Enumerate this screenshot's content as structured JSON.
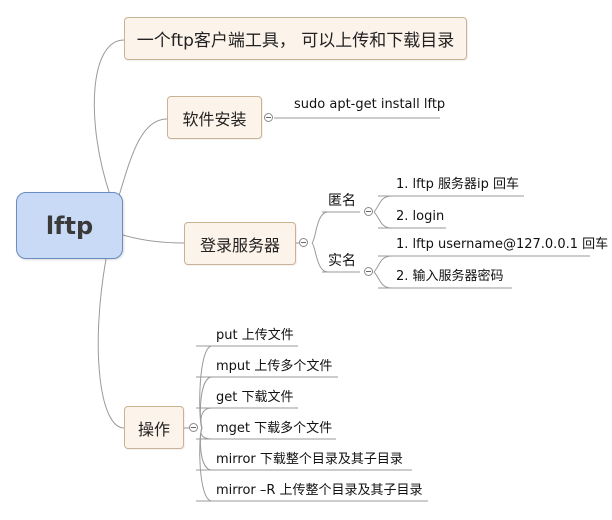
{
  "mindmap": {
    "central": {
      "label": "lftp"
    },
    "topics": [
      {
        "label": "一个ftp客户端工具， 可以上传和下载目录"
      },
      {
        "label": "软件安装",
        "children": [
          {
            "label": "sudo apt-get install lftp"
          }
        ]
      },
      {
        "label": "登录服务器",
        "groups": [
          {
            "label": "匿名",
            "children": [
              {
                "label": "1. lftp 服务器ip  回车"
              },
              {
                "label": "2. login"
              }
            ]
          },
          {
            "label": "实名",
            "children": [
              {
                "label": "1. lftp username@127.0.0.1 回车"
              },
              {
                "label": "2. 输入服务器密码"
              }
            ]
          }
        ]
      },
      {
        "label": "操作",
        "children": [
          {
            "label": "put 上传文件"
          },
          {
            "label": "mput 上传多个文件"
          },
          {
            "label": "get 下载文件"
          },
          {
            "label": "mget 下载多个文件"
          },
          {
            "label": "mirror 下载整个目录及其子目录"
          },
          {
            "label": "mirror –R 上传整个目录及其子目录"
          }
        ]
      }
    ]
  },
  "colors": {
    "central_fill": "#c8daf6",
    "central_border": "#6a8cc0",
    "topic_fill": "#fcf3ea",
    "topic_border": "#c9b394",
    "line": "#9a9a9a"
  }
}
